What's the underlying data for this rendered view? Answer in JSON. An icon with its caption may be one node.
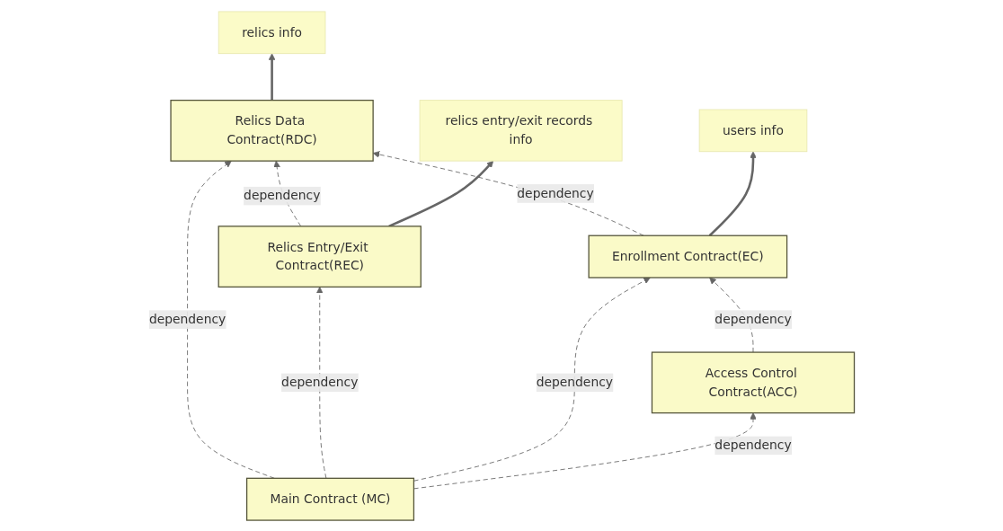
{
  "diagram": {
    "nodes": [
      {
        "text": [
          "Relics Data Contract(RDC)"
        ]
      },
      {
        "text": [
          "relics info"
        ]
      },
      {
        "text": [
          "users info"
        ]
      },
      {
        "text": [
          "Relics Entry/Exit Contract(REC)"
        ]
      },
      {
        "text": [
          "Enrollment Contract(EC)"
        ]
      },
      {
        "text": [
          "Main Contract (MC)"
        ]
      },
      {
        "text": [
          "relics entry/exit records info"
        ]
      },
      {
        "text": [
          "Access Control Contract(ACC)"
        ]
      }
    ],
    "edges": [
      {
        "from": 3,
        "to": 0,
        "arrow": "to",
        "label": "dependency",
        "style": "dashed"
      },
      {
        "from": 4,
        "to": 0,
        "arrow": "to",
        "label": "dependency",
        "style": "dashed"
      },
      {
        "from": 0,
        "to": 1,
        "arrow": "to",
        "style": "thick"
      },
      {
        "from": 4,
        "to": 2,
        "arrow": "to",
        "style": "thick"
      },
      {
        "from": 5,
        "to": 0,
        "arrow": "to",
        "label": "dependency",
        "style": "dashed"
      },
      {
        "from": 5,
        "to": 3,
        "arrow": "to",
        "label": "dependency",
        "style": "dashed"
      },
      {
        "from": 5,
        "to": 4,
        "arrow": "to",
        "label": "dependency",
        "style": "dashed"
      },
      {
        "from": 3,
        "to": 6,
        "arrow": "to",
        "style": "thick"
      },
      {
        "from": 7,
        "to": 4,
        "arrow": "to",
        "label": "dependency",
        "style": "dashed"
      },
      {
        "from": 5,
        "to": 7,
        "arrow": "to",
        "label": "dependency",
        "style": "dashed"
      }
    ]
  }
}
